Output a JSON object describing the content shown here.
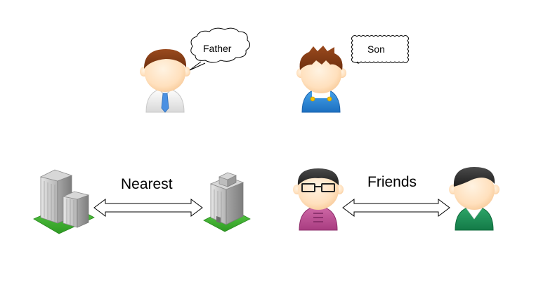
{
  "figure": {
    "father": {
      "speech": "Father"
    },
    "son": {
      "speech": "Son"
    },
    "buildings_relation": {
      "label": "Nearest"
    },
    "people_relation": {
      "label": "Friends"
    }
  }
}
